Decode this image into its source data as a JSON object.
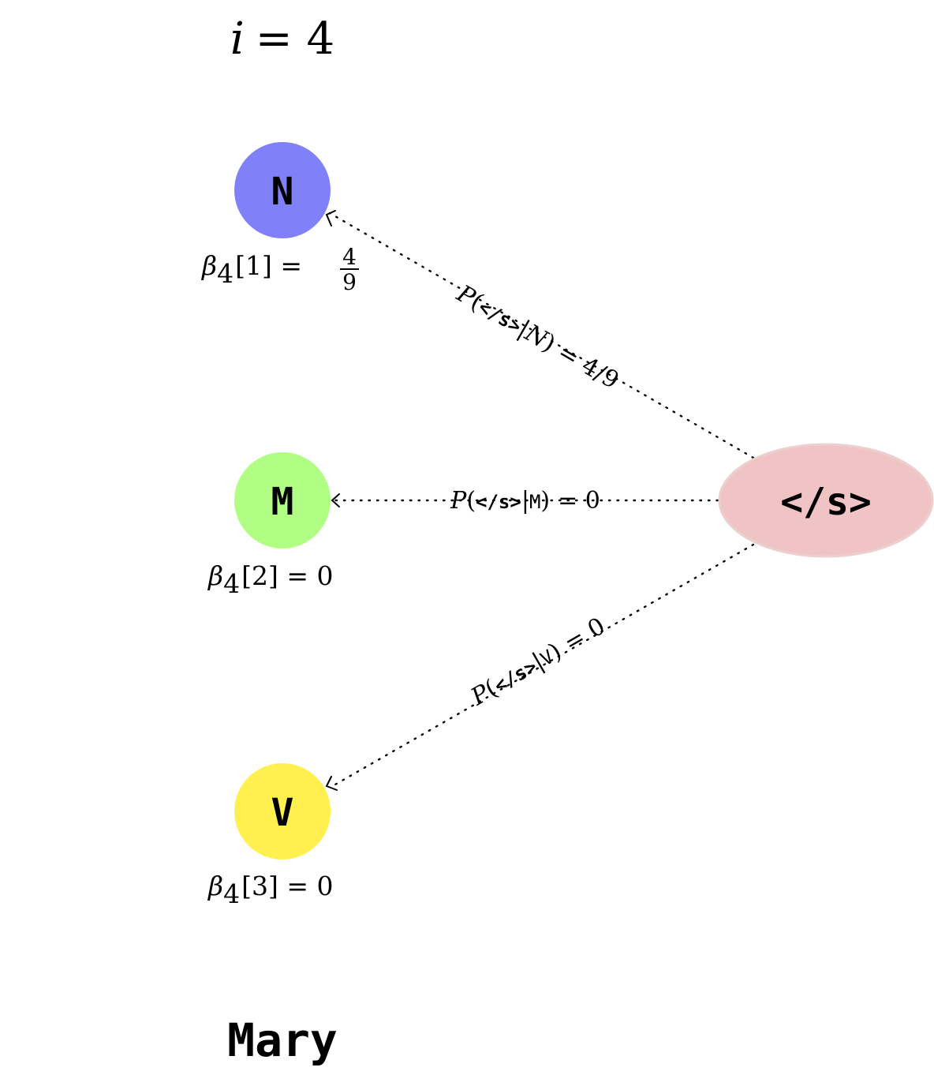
{
  "header": {
    "i_var": "i",
    "i_eq": "= 4"
  },
  "nodes": {
    "N": {
      "label": "N",
      "color": "#8080f8",
      "beta_name": "β",
      "beta_sub": "4",
      "beta_index": "[1] =",
      "beta_num": "4",
      "beta_den": "9"
    },
    "M": {
      "label": "M",
      "color": "#b0fe84",
      "beta_name": "β",
      "beta_sub": "4",
      "beta_index": "[2] = 0"
    },
    "V": {
      "label": "V",
      "color": "#fff050",
      "beta_name": "β",
      "beta_sub": "4",
      "beta_index": "[3] = 0"
    },
    "end": {
      "label": "</s>",
      "color": "#f0c4c4",
      "border": "#ecd0d0"
    }
  },
  "edges": {
    "N": {
      "p": "P",
      "open": "(",
      "tok": "</s>",
      "bar": "|",
      "tag": "N",
      "close": ")",
      "eq": "= 4/9"
    },
    "M": {
      "p": "P",
      "open": "(",
      "tok": "</s>",
      "bar": "|",
      "tag": "M",
      "close": ")",
      "eq": "= 0"
    },
    "V": {
      "p": "P",
      "open": "(",
      "tok": "</s>",
      "bar": "|",
      "tag": "V",
      "close": ")",
      "eq": "= 0"
    }
  },
  "word": "Mary"
}
